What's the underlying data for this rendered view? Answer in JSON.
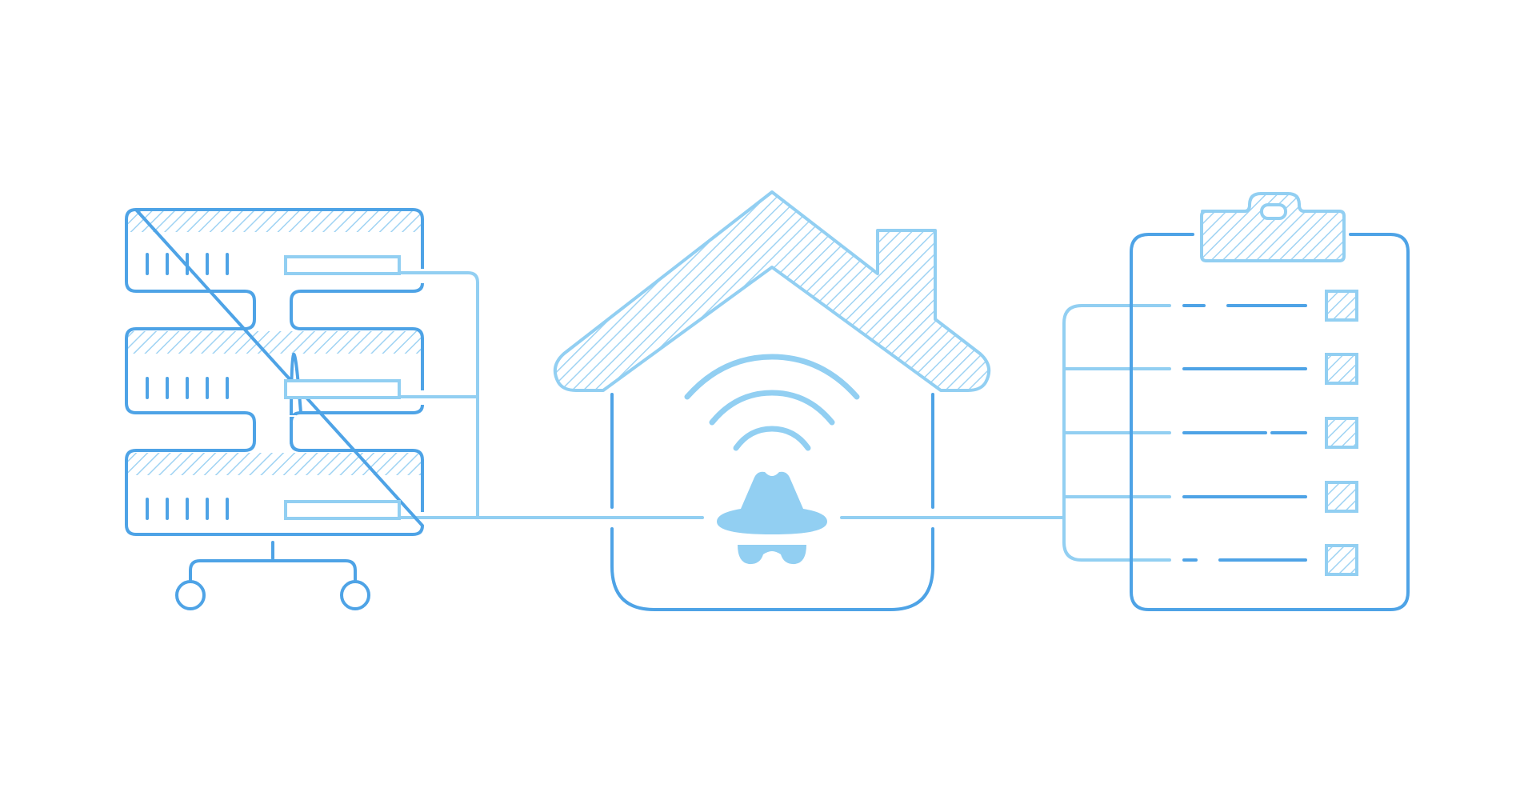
{
  "colors": {
    "background": "#ffffff",
    "dark_blue": "#4ea3e6",
    "light_blue": "#92cff2",
    "hatch": "#9fd3f3"
  },
  "diagram": {
    "components": {
      "server_stack": {
        "icon": "server-rack-icon",
        "unit_count": 3
      },
      "home": {
        "icon": "house-icon",
        "center_icons": [
          "wifi-signal-icon",
          "incognito-spy-icon"
        ]
      },
      "checklist": {
        "icon": "clipboard-checklist-icon",
        "item_count": 5
      }
    },
    "connections": [
      "server_stack-home",
      "home-checklist"
    ]
  }
}
